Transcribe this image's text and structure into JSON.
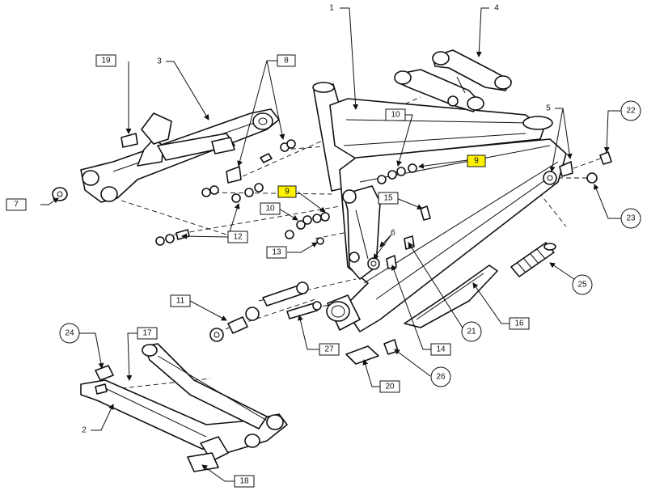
{
  "diagram": {
    "labels": {
      "l1": "1",
      "l2": "2",
      "l3": "3",
      "l4": "4",
      "l5": "5",
      "l6": "6",
      "l7": "7",
      "l8": "8",
      "l9a": "9",
      "l9b": "9",
      "l10a": "10",
      "l10b": "10",
      "l11": "11",
      "l12": "12",
      "l13": "13",
      "l14": "14",
      "l15": "15",
      "l16": "16",
      "l17": "17",
      "l18": "18",
      "l19": "19",
      "l20": "20",
      "l21": "21",
      "l22": "22",
      "l23": "23",
      "l24": "24",
      "l25": "25",
      "l26": "26",
      "l27": "27"
    },
    "highlight_color": "#fff200"
  }
}
